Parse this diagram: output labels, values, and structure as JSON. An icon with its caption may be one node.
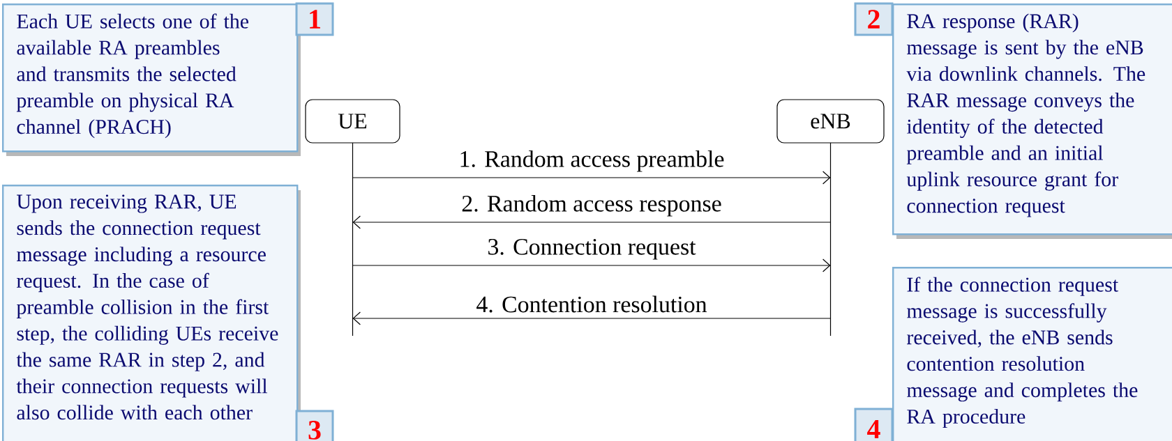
{
  "diagram": {
    "nodes": [
      {
        "text": [
          "Each UE selects one of the available RA preambles and transmits the selected preamble on physical RA channel (PRACH)"
        ]
      },
      {
        "text": [
          "1"
        ]
      },
      {
        "text": [
          "UE"
        ]
      },
      {
        "text": [
          "eNB"
        ]
      },
      {
        "text": [
          "2"
        ]
      },
      {
        "text": [
          "RA response (RAR) message is sent by the eNB via downlink channels. The RAR message conveys the identity of the detected preamble and an initial uplink resource grant for connection request"
        ]
      },
      {
        "text": [
          "Upon receiving RAR, UE sends the connection request message including a resource request. In the case of preamble collision in the first step, the colliding UEs receive the same RAR in step 2, and their connection requests will also collide with each other"
        ]
      },
      {
        "text": [
          "3"
        ]
      },
      {
        "text": [
          "4"
        ]
      },
      {
        "text": [
          "If the connection request message is successfully received, the eNB sends contention resolution message and completes the RA procedure"
        ]
      }
    ],
    "edges": [
      {
        "from": 2,
        "to": 3,
        "arrow": "to",
        "label": "1. Random access preamble"
      },
      {
        "from": 3,
        "to": 2,
        "arrow": "to",
        "label": "2. Random access response"
      },
      {
        "from": 2,
        "to": 3,
        "arrow": "to",
        "label": "3. Connection request"
      },
      {
        "from": 3,
        "to": 2,
        "arrow": "to",
        "label": "4. Contention resolution"
      }
    ]
  }
}
